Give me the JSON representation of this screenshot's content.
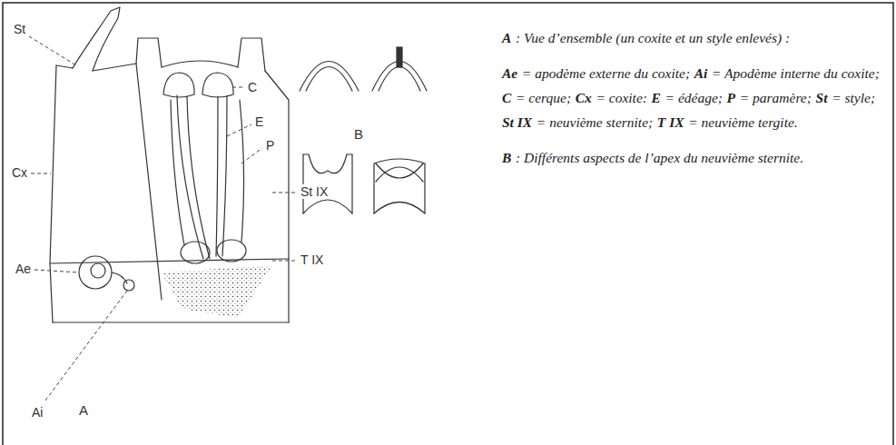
{
  "diagram": {
    "labels": [
      "St",
      "C",
      "E",
      "P",
      "Cx",
      "St IX",
      "Ae",
      "T IX",
      "Ai",
      "A",
      "B",
      "A",
      ": Vue d’ensemble (un coxite et un style enlevés) :",
      "Ae",
      "= apodème externe du coxite;",
      "Ai",
      "= Apodème interne du coxite;",
      "C",
      "= cerque;",
      "Cx",
      "= coxite:",
      "E",
      "= édéage;",
      "P",
      "= paramère;",
      "St",
      "= style;",
      "St IX",
      "= neuvième sternite;",
      "T IX",
      "= neuvième tergite.",
      "B",
      ": Différents aspects de l’apex du neuvième sternite."
    ]
  }
}
